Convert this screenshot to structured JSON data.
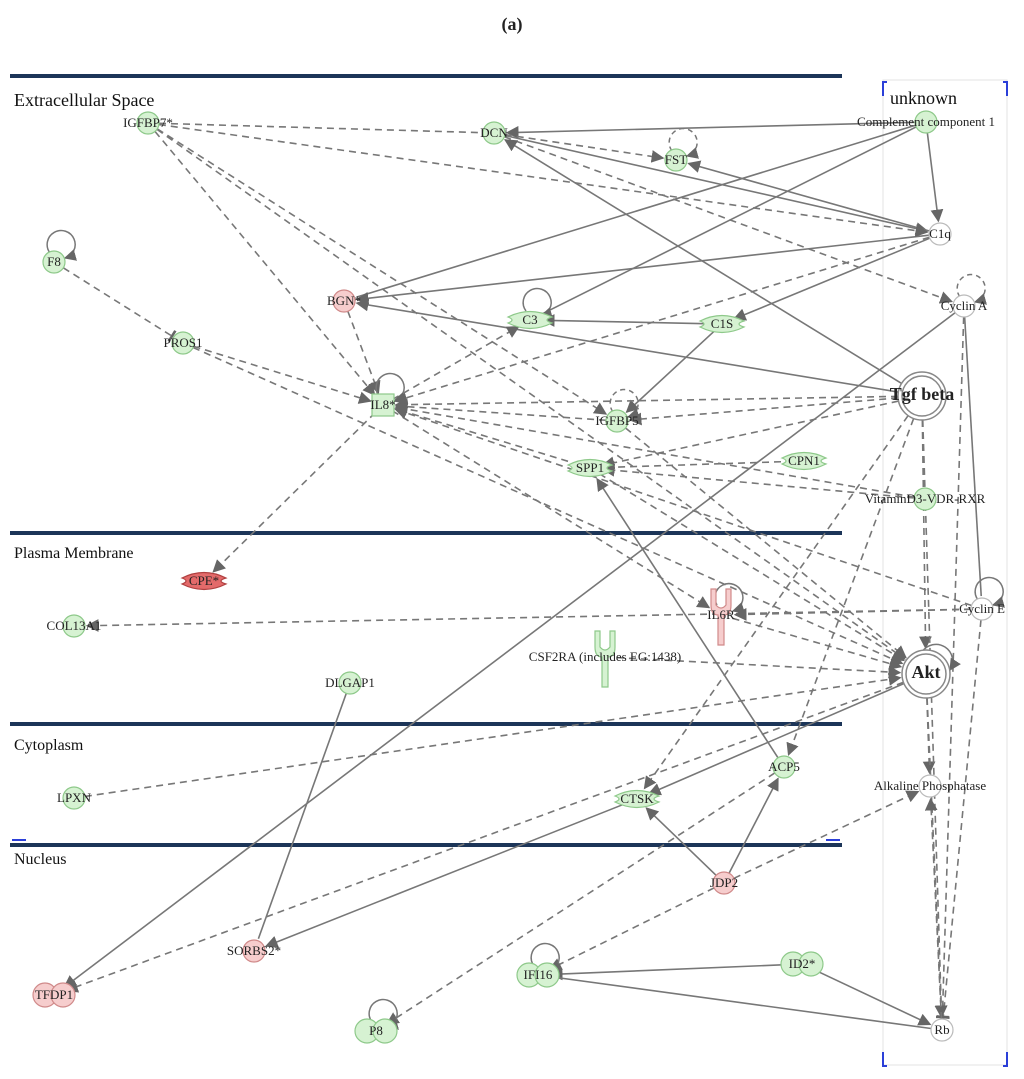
{
  "panel_label": "(a)",
  "compartments": {
    "extracellular": "Extracellular Space",
    "plasma_membrane": "Plasma Membrane",
    "cytoplasm": "Cytoplasm",
    "nucleus": "Nucleus",
    "unknown": "unknown"
  },
  "colors": {
    "green": "#d6f2d2",
    "green_stroke": "#8ec98a",
    "pink": "#f6cdcd",
    "pink_stroke": "#d08a8a",
    "red": "#e36a6a",
    "red_stroke": "#b04040",
    "white": "#ffffff",
    "white_stroke": "#bbbbbb",
    "lane_line": "#1c3558",
    "edge": "#777777"
  },
  "nodes": [
    {
      "id": "IGFBP7",
      "label": "IGFBP7*",
      "color": "green",
      "shape": "circle"
    },
    {
      "id": "DCN",
      "label": "DCN",
      "color": "green",
      "shape": "circle"
    },
    {
      "id": "FST",
      "label": "FST",
      "color": "green",
      "shape": "circle"
    },
    {
      "id": "Complement",
      "label": "Complement component 1",
      "color": "green",
      "shape": "circle"
    },
    {
      "id": "F8",
      "label": "F8",
      "color": "green",
      "shape": "circle"
    },
    {
      "id": "C1q",
      "label": "C1q",
      "color": "white",
      "shape": "circle"
    },
    {
      "id": "BGN",
      "label": "BGN*",
      "color": "pink",
      "shape": "circle"
    },
    {
      "id": "C3",
      "label": "C3",
      "color": "green",
      "shape": "enzyme"
    },
    {
      "id": "C1S",
      "label": "C1S",
      "color": "green",
      "shape": "enzyme"
    },
    {
      "id": "CyclinA",
      "label": "Cyclin A",
      "color": "white",
      "shape": "circle"
    },
    {
      "id": "PROS1",
      "label": "PROS1",
      "color": "green",
      "shape": "circle"
    },
    {
      "id": "IL8",
      "label": "IL8*",
      "color": "green",
      "shape": "square"
    },
    {
      "id": "Tgfbeta",
      "label": "Tgf beta",
      "color": "white",
      "shape": "double"
    },
    {
      "id": "IGFBP5",
      "label": "IGFBP5",
      "color": "green",
      "shape": "circle"
    },
    {
      "id": "SPP1",
      "label": "SPP1",
      "color": "green",
      "shape": "enzyme"
    },
    {
      "id": "CPN1",
      "label": "CPN1",
      "color": "green",
      "shape": "enzyme"
    },
    {
      "id": "VitD3",
      "label": "VitaminD3-VDR-RXR",
      "color": "green",
      "shape": "circle"
    },
    {
      "id": "CPE",
      "label": "CPE*",
      "color": "red",
      "shape": "enzyme"
    },
    {
      "id": "COL13A1",
      "label": "COL13A1",
      "color": "green",
      "shape": "circle"
    },
    {
      "id": "IL6R",
      "label": "IL6R",
      "color": "pink",
      "shape": "receptor"
    },
    {
      "id": "CyclinE",
      "label": "Cyclin E",
      "color": "white",
      "shape": "circle"
    },
    {
      "id": "CSF2RA",
      "label": "CSF2RA (includes EG:1438)",
      "color": "green",
      "shape": "receptor"
    },
    {
      "id": "Akt",
      "label": "Akt",
      "color": "white",
      "shape": "double"
    },
    {
      "id": "DLGAP1",
      "label": "DLGAP1",
      "color": "green",
      "shape": "circle"
    },
    {
      "id": "LPXN",
      "label": "LPXN",
      "color": "green",
      "shape": "circle"
    },
    {
      "id": "ACP5",
      "label": "ACP5",
      "color": "green",
      "shape": "circle"
    },
    {
      "id": "CTSK",
      "label": "CTSK",
      "color": "green",
      "shape": "enzyme"
    },
    {
      "id": "AlkPhos",
      "label": "Alkaline Phosphatase",
      "color": "white",
      "shape": "circle"
    },
    {
      "id": "JDP2",
      "label": "JDP2",
      "color": "pink",
      "shape": "circle"
    },
    {
      "id": "SORBS2",
      "label": "SORBS2*",
      "color": "pink",
      "shape": "circle"
    },
    {
      "id": "IFI16",
      "label": "IFI16",
      "color": "green",
      "shape": "oval"
    },
    {
      "id": "ID2",
      "label": "ID2*",
      "color": "green",
      "shape": "oval"
    },
    {
      "id": "TFDP1",
      "label": "TFDP1",
      "color": "pink",
      "shape": "oval"
    },
    {
      "id": "P8",
      "label": "P8",
      "color": "green",
      "shape": "oval"
    },
    {
      "id": "Rb",
      "label": "Rb",
      "color": "white",
      "shape": "circle"
    }
  ],
  "edges": [
    {
      "from": "Complement",
      "to": "DCN",
      "style": "solid",
      "head": "arrow"
    },
    {
      "from": "Complement",
      "to": "C1q",
      "style": "solid",
      "head": "arrow"
    },
    {
      "from": "Complement",
      "to": "BGN",
      "style": "solid",
      "head": "none"
    },
    {
      "from": "Complement",
      "to": "C3",
      "style": "solid",
      "head": "none"
    },
    {
      "from": "DCN",
      "to": "FST",
      "style": "dashed",
      "head": "arrow"
    },
    {
      "from": "DCN",
      "to": "C1q",
      "style": "solid",
      "head": "arrow"
    },
    {
      "from": "DCN",
      "to": "CyclinA",
      "style": "dashed",
      "head": "arrow"
    },
    {
      "from": "C1q",
      "to": "FST",
      "style": "solid",
      "head": "arrow"
    },
    {
      "from": "C1q",
      "to": "BGN",
      "style": "solid",
      "head": "arrow"
    },
    {
      "from": "C1q",
      "to": "C1S",
      "style": "solid",
      "head": "arrow"
    },
    {
      "from": "C1S",
      "to": "C3",
      "style": "solid",
      "head": "arrow"
    },
    {
      "from": "C1S",
      "to": "IGFBP5",
      "style": "solid",
      "head": "arrow"
    },
    {
      "from": "C1q",
      "to": "IL8",
      "style": "dashed",
      "head": "arrow"
    },
    {
      "from": "Tgfbeta",
      "to": "BGN",
      "style": "solid",
      "head": "arrow"
    },
    {
      "from": "Tgfbeta",
      "to": "DCN",
      "style": "solid",
      "head": "arrow"
    },
    {
      "from": "Tgfbeta",
      "to": "IL8",
      "style": "dashed",
      "head": "arrow"
    },
    {
      "from": "Tgfbeta",
      "to": "SPP1",
      "style": "dashed",
      "head": "arrow"
    },
    {
      "from": "Tgfbeta",
      "to": "IGFBP5",
      "style": "dashed",
      "head": "arrow"
    },
    {
      "from": "Tgfbeta",
      "to": "Akt",
      "style": "dashed",
      "head": "arrow"
    },
    {
      "from": "Tgfbeta",
      "to": "CTSK",
      "style": "dashed",
      "head": "arrow"
    },
    {
      "from": "Tgfbeta",
      "to": "ACP5",
      "style": "dashed",
      "head": "arrow"
    },
    {
      "from": "IGFBP7",
      "to": "DCN",
      "style": "dashed",
      "head": "none"
    },
    {
      "from": "IGFBP7",
      "to": "C1q",
      "style": "dashed",
      "head": "arrow"
    },
    {
      "from": "IGFBP7",
      "to": "IL8",
      "style": "dashed",
      "head": "arrow"
    },
    {
      "from": "IGFBP7",
      "to": "Akt",
      "style": "dashed",
      "head": "arrow"
    },
    {
      "from": "IGFBP7",
      "to": "IGFBP5",
      "style": "dashed",
      "head": "arrow"
    },
    {
      "from": "F8",
      "to": "PROS1",
      "style": "dashed",
      "head": "tbar"
    },
    {
      "from": "PROS1",
      "to": "IL8",
      "style": "dashed",
      "head": "arrow"
    },
    {
      "from": "PROS1",
      "to": "Akt",
      "style": "dashed",
      "head": "arrow"
    },
    {
      "from": "BGN",
      "to": "IL8",
      "style": "dashed",
      "head": "arrow"
    },
    {
      "from": "IL8",
      "to": "C3",
      "style": "dashed",
      "head": "arrow"
    },
    {
      "from": "IL8",
      "to": "CPE",
      "style": "dashed",
      "head": "arrow"
    },
    {
      "from": "SPP1",
      "to": "IL8",
      "style": "dashed",
      "head": "arrow"
    },
    {
      "from": "IGFBP5",
      "to": "IL8",
      "style": "dashed",
      "head": "arrow"
    },
    {
      "from": "CPN1",
      "to": "SPP1",
      "style": "dashed",
      "head": "arrow"
    },
    {
      "from": "VitD3",
      "to": "SPP1",
      "style": "dashed",
      "head": "arrow"
    },
    {
      "from": "VitD3",
      "to": "IL8",
      "style": "dashed",
      "head": "arrow"
    },
    {
      "from": "IL8",
      "to": "IL6R",
      "style": "dashed",
      "head": "arrow"
    },
    {
      "from": "SPP1",
      "to": "Akt",
      "style": "dashed",
      "head": "arrow"
    },
    {
      "from": "IGFBP5",
      "to": "Akt",
      "style": "dashed",
      "head": "arrow"
    },
    {
      "from": "ACP5",
      "to": "SPP1",
      "style": "solid",
      "head": "arrow"
    },
    {
      "from": "CyclinE",
      "to": "COL13A1",
      "style": "dashed",
      "head": "arrow"
    },
    {
      "from": "CyclinE",
      "to": "IL8",
      "style": "dashed",
      "head": "arrow"
    },
    {
      "from": "CyclinE",
      "to": "IL6R",
      "style": "dashed",
      "head": "arrow"
    },
    {
      "from": "IL6R",
      "to": "Akt",
      "style": "dashed",
      "head": "arrow"
    },
    {
      "from": "CSF2RA",
      "to": "Akt",
      "style": "dashed",
      "head": "arrow"
    },
    {
      "from": "LPXN",
      "to": "Akt",
      "style": "dashed",
      "head": "arrow"
    },
    {
      "from": "Akt",
      "to": "CTSK",
      "style": "solid",
      "head": "arrow"
    },
    {
      "from": "Akt",
      "to": "AlkPhos",
      "style": "dashed",
      "head": "arrow"
    },
    {
      "from": "CTSK",
      "to": "SORBS2",
      "style": "solid",
      "head": "arrow"
    },
    {
      "from": "JDP2",
      "to": "CTSK",
      "style": "solid",
      "head": "arrow"
    },
    {
      "from": "JDP2",
      "to": "ACP5",
      "style": "solid",
      "head": "arrow"
    },
    {
      "from": "JDP2",
      "to": "AlkPhos",
      "style": "dashed",
      "head": "arrow"
    },
    {
      "from": "JDP2",
      "to": "IFI16",
      "style": "dashed",
      "head": "arrow"
    },
    {
      "from": "CyclinA",
      "to": "TFDP1",
      "style": "solid",
      "head": "arrow"
    },
    {
      "from": "Akt",
      "to": "TFDP1",
      "style": "dashed",
      "head": "arrow"
    },
    {
      "from": "ACP5",
      "to": "P8",
      "style": "dashed",
      "head": "arrow"
    },
    {
      "from": "DLGAP1",
      "to": "SORBS2",
      "style": "solid",
      "head": "none"
    },
    {
      "from": "ID2",
      "to": "IFI16",
      "style": "solid",
      "head": "arrow"
    },
    {
      "from": "ID2",
      "to": "Rb",
      "style": "solid",
      "head": "arrow"
    },
    {
      "from": "Rb",
      "to": "IFI16",
      "style": "solid",
      "head": "tbar"
    },
    {
      "from": "CyclinA",
      "to": "Rb",
      "style": "dashed",
      "head": "tbar"
    },
    {
      "from": "CyclinE",
      "to": "Rb",
      "style": "dashed",
      "head": "tbar"
    },
    {
      "from": "Tgfbeta",
      "to": "Rb",
      "style": "dashed",
      "head": "arrow"
    },
    {
      "from": "Akt",
      "to": "Rb",
      "style": "dashed",
      "head": "arrow"
    },
    {
      "from": "Rb",
      "to": "AlkPhos",
      "style": "dashed",
      "head": "arrow"
    },
    {
      "from": "CyclinA",
      "to": "CyclinE",
      "style": "solid",
      "head": "none"
    }
  ],
  "self_loops": [
    {
      "node": "F8",
      "style": "solid"
    },
    {
      "node": "FST",
      "style": "dashed"
    },
    {
      "node": "C3",
      "style": "solid"
    },
    {
      "node": "CyclinA",
      "style": "dashed"
    },
    {
      "node": "IL8",
      "style": "solid"
    },
    {
      "node": "IGFBP5",
      "style": "dashed"
    },
    {
      "node": "IL6R",
      "style": "solid"
    },
    {
      "node": "CyclinE",
      "style": "solid"
    },
    {
      "node": "Akt",
      "style": "solid"
    },
    {
      "node": "IFI16",
      "style": "solid"
    },
    {
      "node": "P8",
      "style": "solid"
    }
  ]
}
